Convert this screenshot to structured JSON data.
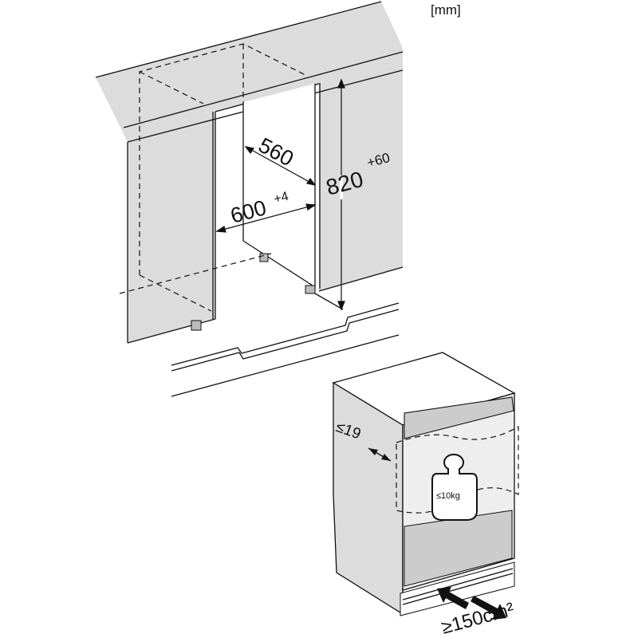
{
  "unit_label": "[mm]",
  "niche": {
    "depth": "560",
    "width": "600",
    "width_tolerance": "+4",
    "height": "820",
    "height_tolerance": "+60"
  },
  "appliance": {
    "door_thickness": "≤19",
    "max_door_weight": "≤10kg",
    "ventilation": "≥150cm²"
  }
}
